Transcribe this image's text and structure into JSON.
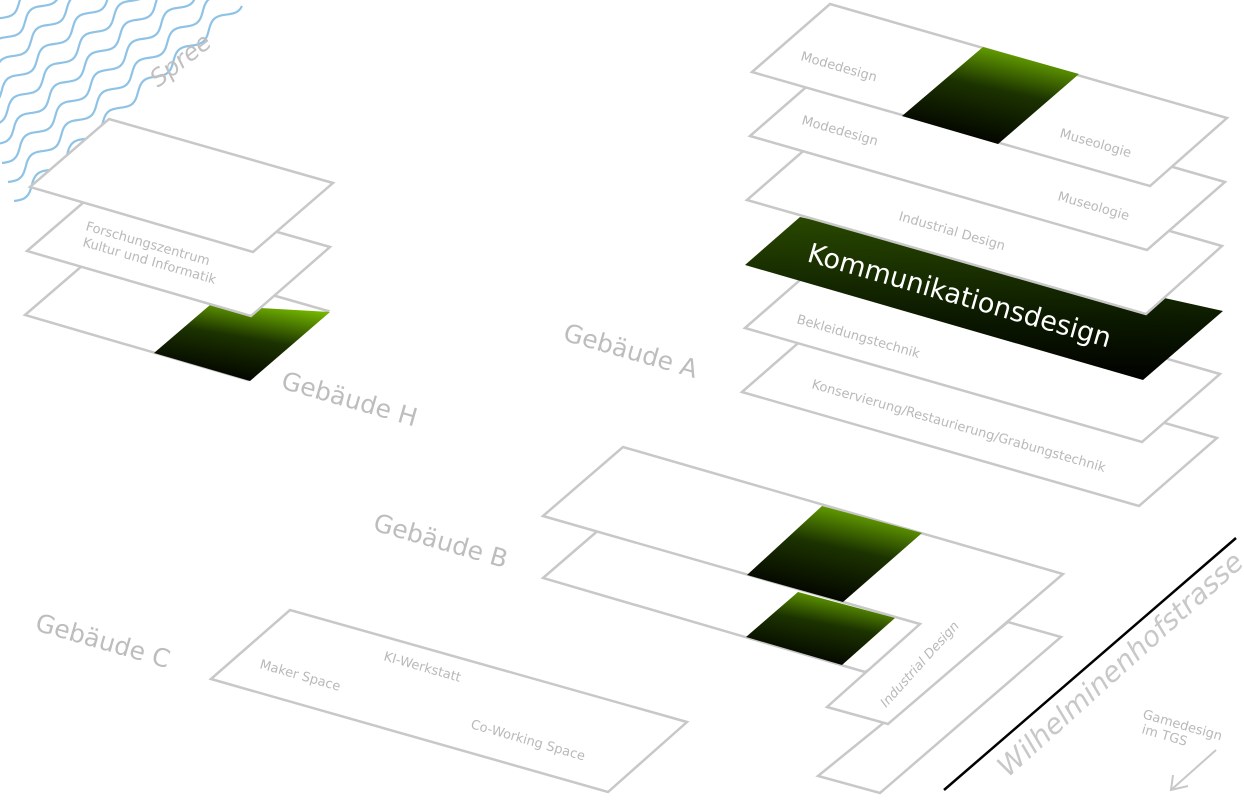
{
  "colors": {
    "river": "#8fc3e6",
    "accent": "#76b900",
    "outline": "#c8c8c8",
    "label": "#b9b9b9",
    "road": "#000000"
  },
  "river": {
    "label": "Spree"
  },
  "street": {
    "label": "Wilhelminenhofstrasse"
  },
  "offsite": {
    "line1": "Gamedesign",
    "line2": "im TGS",
    "icon": "arrow-down-left-icon"
  },
  "buildings": {
    "h": {
      "name": "Gebäude H",
      "floor2_line1": "Forschungszentrum",
      "floor2_line2": "Kultur und Informatik"
    },
    "a": {
      "name": "Gebäude A",
      "floors": {
        "f1_left": "Modedesign",
        "f2_left": "Modedesign",
        "f2_right": "Museologie",
        "f3_right": "Museologie",
        "f4": "Industrial Design",
        "highlight": "Kommunikationsdesign",
        "f6": "Bekleidungstechnik",
        "f7": "Konservierung/Restaurierung/Grabungstechnik"
      }
    },
    "b": {
      "name": "Gebäude B",
      "wing": "Industrial Design"
    },
    "c": {
      "name": "Gebäude C",
      "rooms": [
        "KI-Werkstatt",
        "Maker Space",
        "Co-Working Space"
      ]
    }
  }
}
